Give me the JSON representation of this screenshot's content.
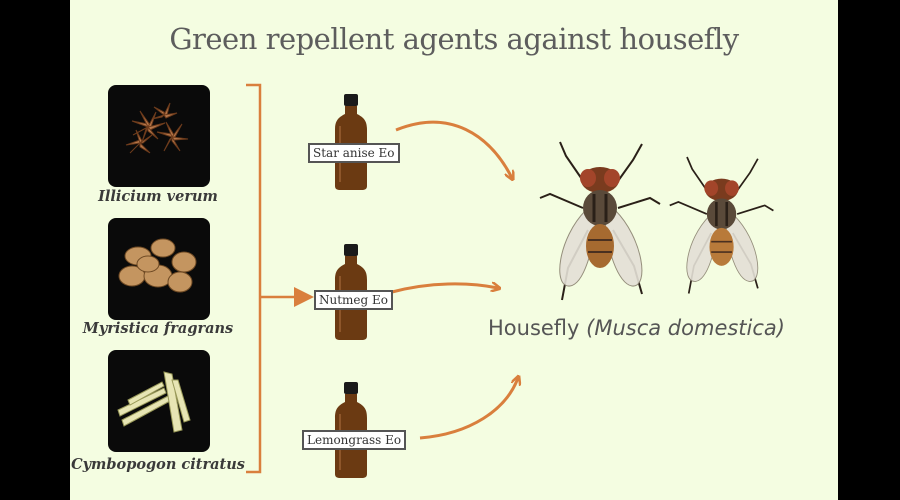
{
  "title": "Green repellent agents against housefly",
  "plants": [
    {
      "species": "Illicium verum",
      "oil": "Star anise Eo"
    },
    {
      "species": "Myristica fragrans",
      "oil": "Nutmeg Eo"
    },
    {
      "species": "Cymbopogon citratus",
      "oil": "Lemongrass Eo"
    }
  ],
  "target": {
    "common_name": "Housefly",
    "scientific_name": "(Musca domestica)"
  },
  "colors": {
    "background": "#f4fde1",
    "arrow": "#d97f3d",
    "bottle": "#6b3a12"
  }
}
